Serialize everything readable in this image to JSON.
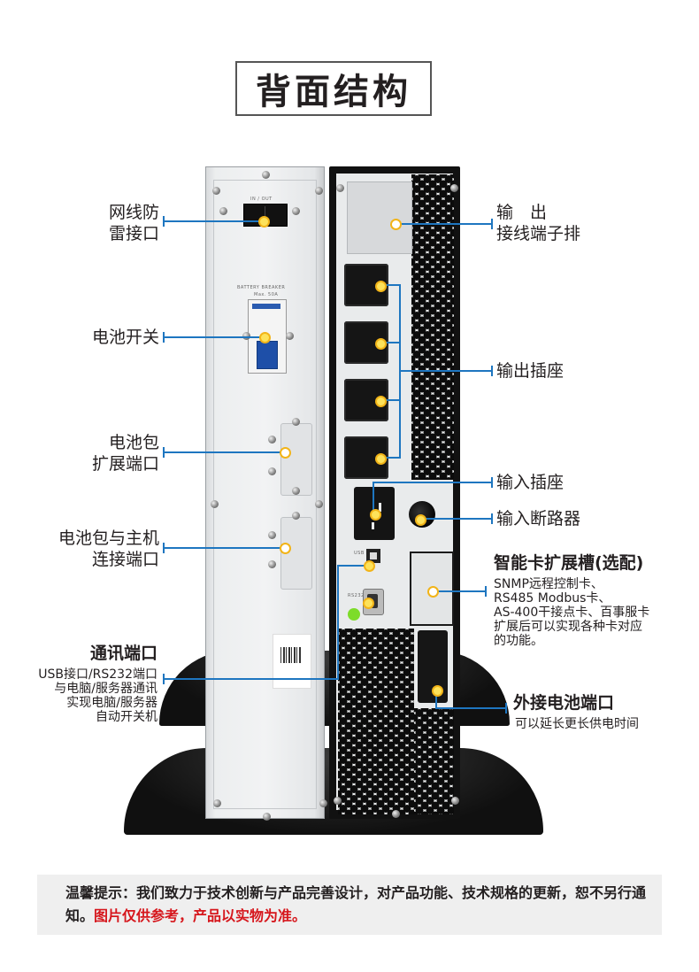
{
  "title": "背面结构",
  "left_callouts": [
    {
      "id": "lightning-protection-port",
      "lines": [
        "网线防",
        "雷接口"
      ]
    },
    {
      "id": "battery-switch",
      "lines": [
        "电池开关"
      ]
    },
    {
      "id": "battery-pack-expansion-port",
      "lines": [
        "电池包",
        "扩展端口"
      ]
    },
    {
      "id": "battery-host-connection-port",
      "lines": [
        "电池包与主机",
        "连接端口"
      ]
    },
    {
      "id": "comm-port",
      "heading": "通讯端口",
      "lines": [
        "USB接口/RS232端口",
        "与电脑/服务器通讯",
        "实现电脑/服务器",
        "自动开关机"
      ]
    }
  ],
  "right_callouts": [
    {
      "id": "output-terminal-block",
      "lines": [
        "输　出",
        "接线端子排"
      ]
    },
    {
      "id": "output-sockets",
      "lines": [
        "输出插座"
      ]
    },
    {
      "id": "input-socket",
      "lines": [
        "输入插座"
      ]
    },
    {
      "id": "input-breaker",
      "lines": [
        "输入断路器"
      ]
    },
    {
      "id": "smart-card-slot",
      "heading": "智能卡扩展槽(选配)",
      "lines": [
        "SNMP远程控制卡、",
        "RS485 Modbus卡、",
        "AS-400干接点卡、百事服卡",
        "扩展后可以实现各种卡对应",
        "的功能。"
      ]
    },
    {
      "id": "external-battery-port",
      "heading": "外接电池端口",
      "lines": [
        "可以延长更长供电时间"
      ]
    }
  ],
  "device_labels": {
    "rj_top": "IN / OUT",
    "battery_breaker": "BATTERY BREAKER",
    "battery_breaker_max": "Max. 50A",
    "usb": "USB",
    "rs232": "RS232"
  },
  "notice": {
    "normal": "温馨提示：我们致力于技术创新与产品完善设计，对产品功能、技术规格的更新，恕不另行通知。",
    "highlight": "图片仅供参考，产品以实物为准。"
  },
  "colors": {
    "callout_line": "#1e76c0",
    "callout_dot": "#f2b418",
    "notice_highlight": "#d6161c",
    "notice_bg": "#efefef"
  }
}
